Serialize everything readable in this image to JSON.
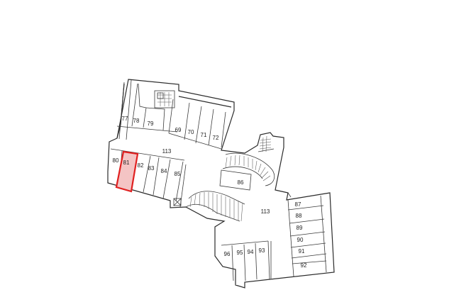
{
  "plan": {
    "highlight_color": "#e02020",
    "highlight_fill": "#f4c4c4",
    "selected_unit": "81",
    "corridor_labels": [
      "113",
      "113"
    ],
    "units": {
      "u77": "77",
      "u78": "78",
      "u79": "79",
      "u69": "69",
      "u70": "70",
      "u71": "71",
      "u72": "72",
      "u80": "80",
      "u81": "81",
      "u82": "82",
      "u83": "83",
      "u84": "84",
      "u85": "85",
      "u86": "86",
      "u87": "87",
      "u88": "88",
      "u89": "89",
      "u90": "90",
      "u91": "91",
      "u92": "92",
      "u96": "96",
      "u95": "95",
      "u94": "94",
      "u93": "93"
    }
  }
}
